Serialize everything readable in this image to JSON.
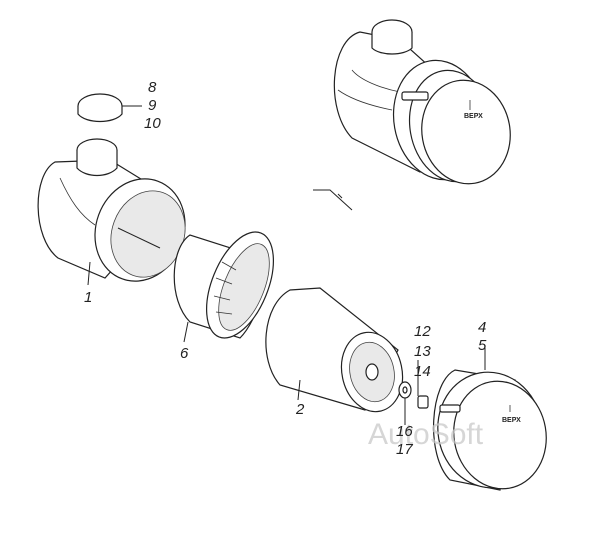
{
  "watermark": "AutoSoft",
  "cover_embossed_text": "ВЕРХ",
  "callouts": {
    "c8": "8",
    "c9": "9",
    "c10": "10",
    "c1": "1",
    "c6": "6",
    "c2": "2",
    "c12": "12",
    "c13": "13",
    "c14": "14",
    "c4": "4",
    "c5": "5",
    "c16": "16",
    "c17": "17"
  }
}
